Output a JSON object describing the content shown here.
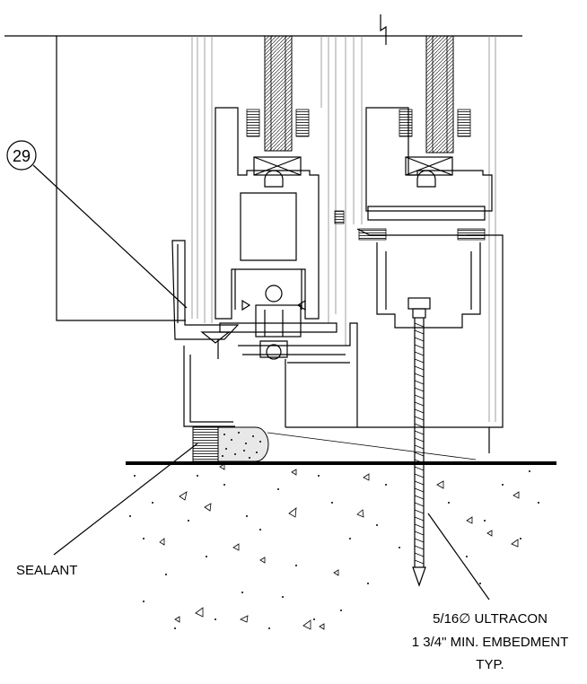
{
  "callout": {
    "number": "29"
  },
  "labels": {
    "sealant": "SEALANT",
    "anchor_line1": "5/16∅ ULTRACON",
    "anchor_line2": "1 3/4\" MIN. EMBEDMENT",
    "anchor_line3": "TYP."
  }
}
